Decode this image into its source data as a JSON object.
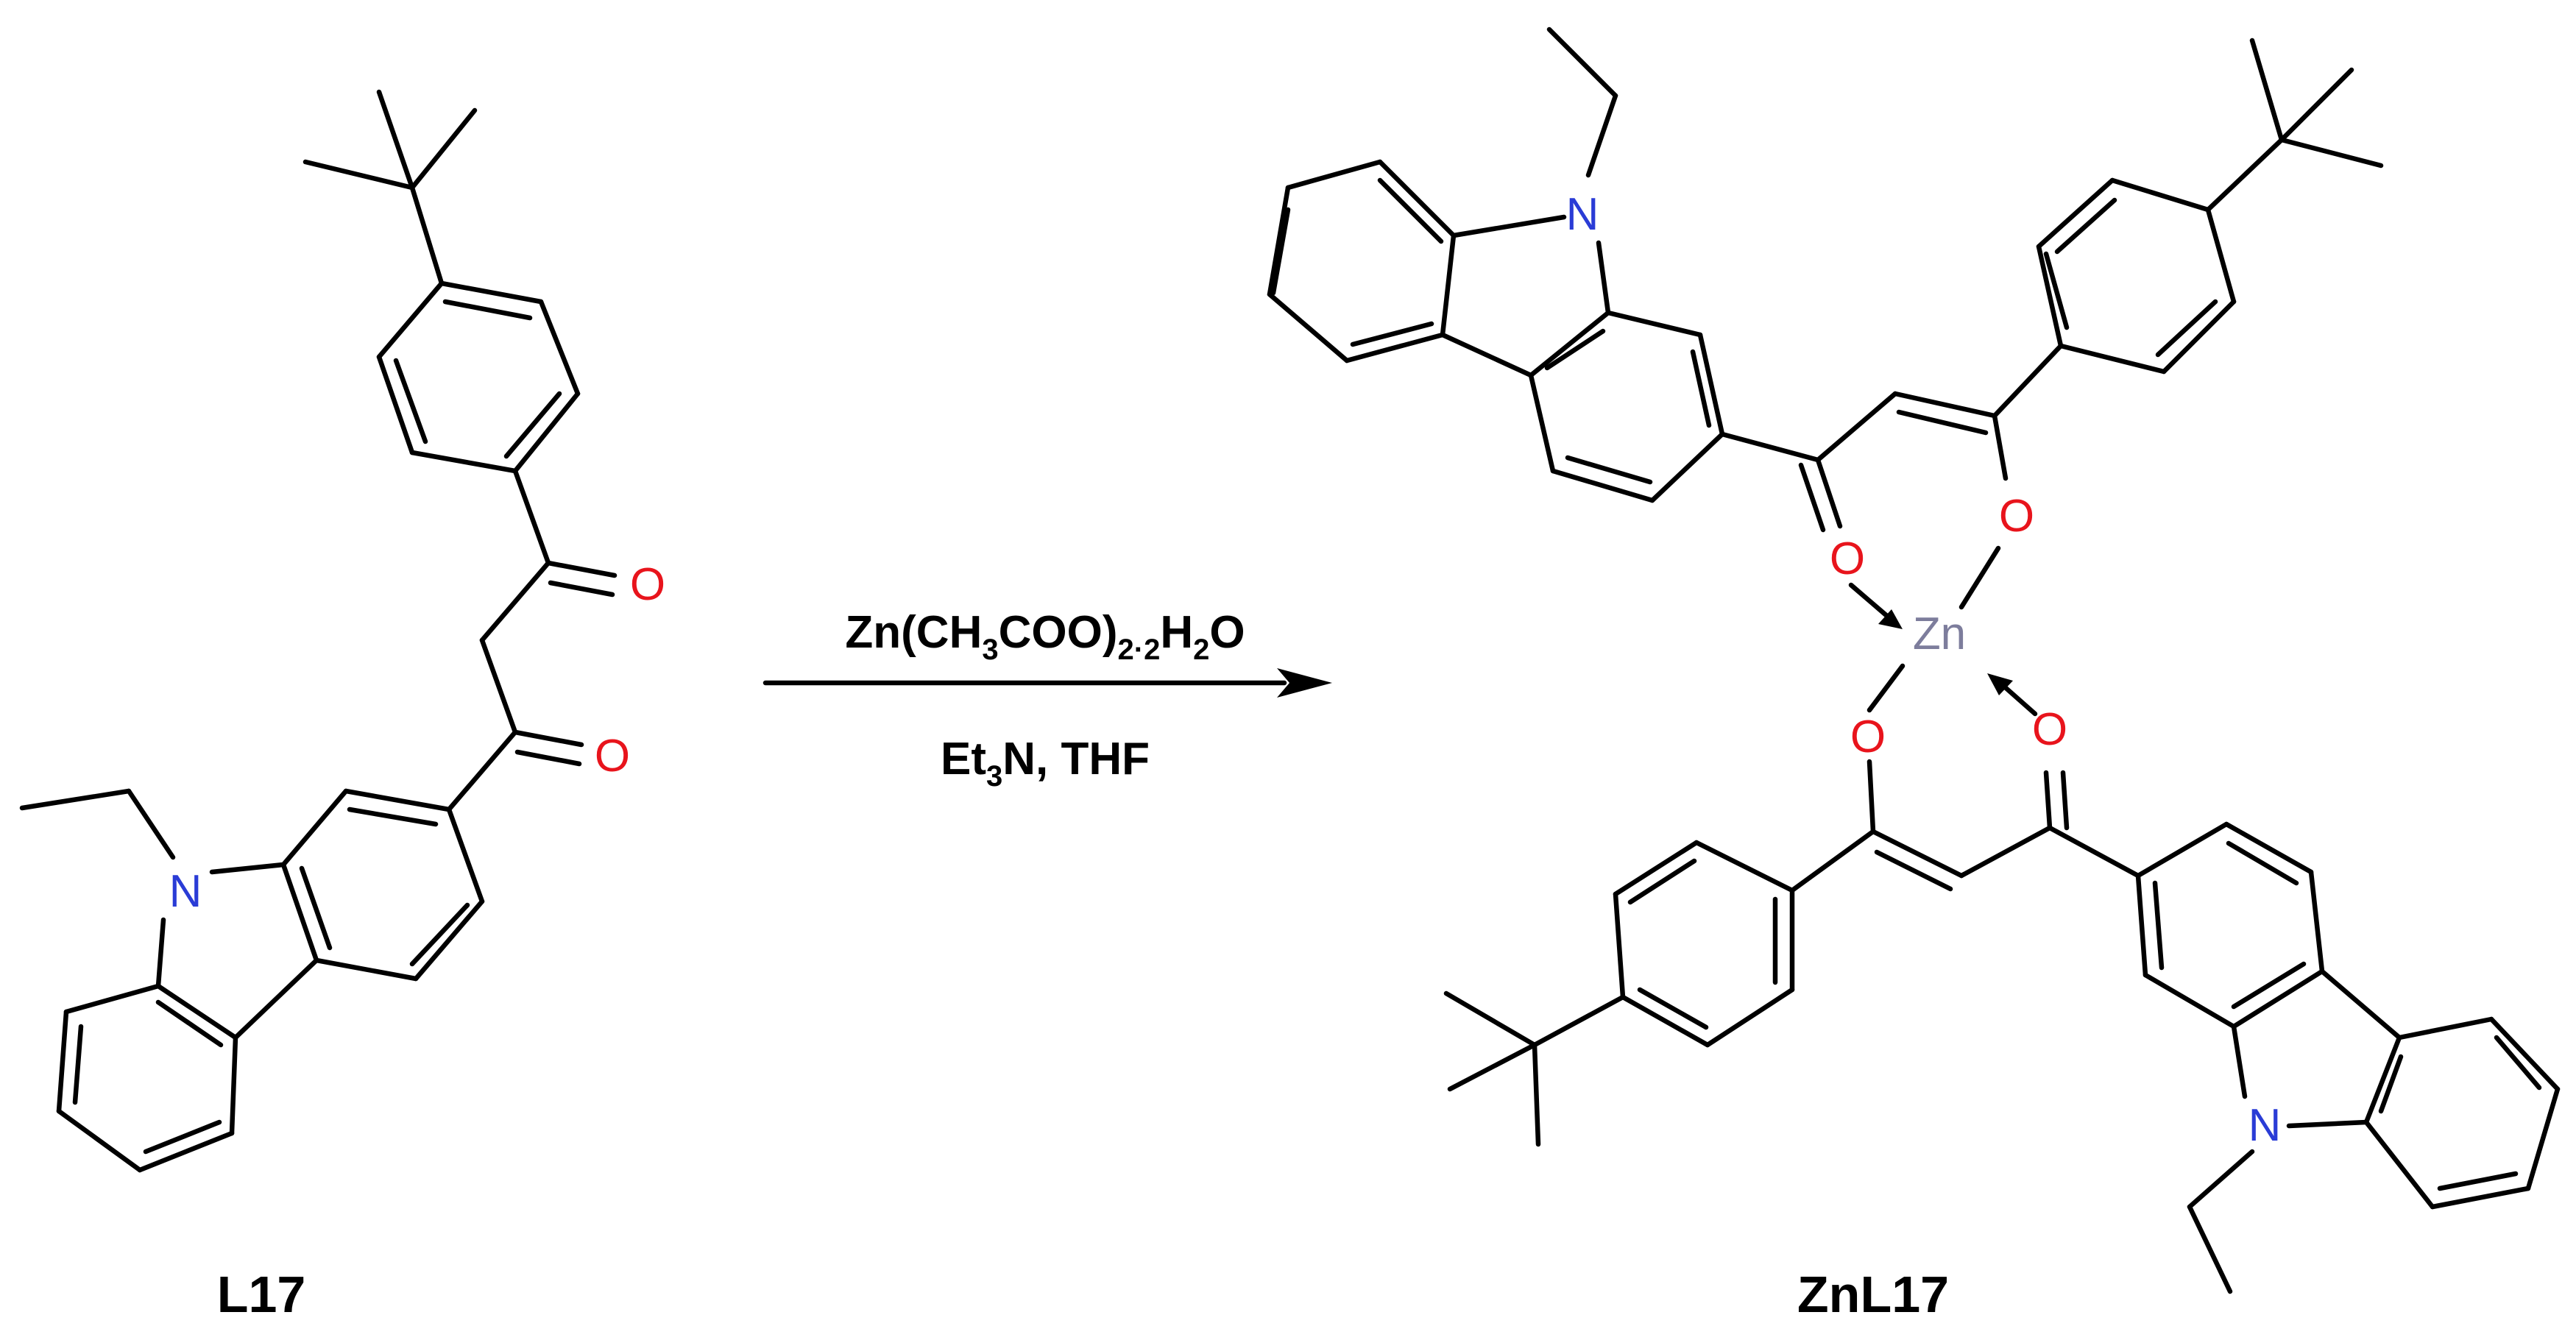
{
  "reaction": {
    "reagent": {
      "part1": "Zn(CH",
      "sub1": "3",
      "part2": "COO)",
      "sub2": "2",
      "dot": "·",
      "sub3": "2",
      "part3": "H",
      "sub4": "2",
      "part4": "O"
    },
    "solvent": {
      "part1": "Et",
      "sub1": "3",
      "part2": "N, THF"
    }
  },
  "compounds": {
    "reactant_label": "L17",
    "product_label": "ZnL17"
  },
  "atoms": {
    "oxygen": "O",
    "nitrogen": "N",
    "zinc": "Zn"
  },
  "colors": {
    "bond": "#000000",
    "oxygen": "#e8141c",
    "nitrogen": "#2a3cd6",
    "zinc": "#7d7d9c"
  }
}
